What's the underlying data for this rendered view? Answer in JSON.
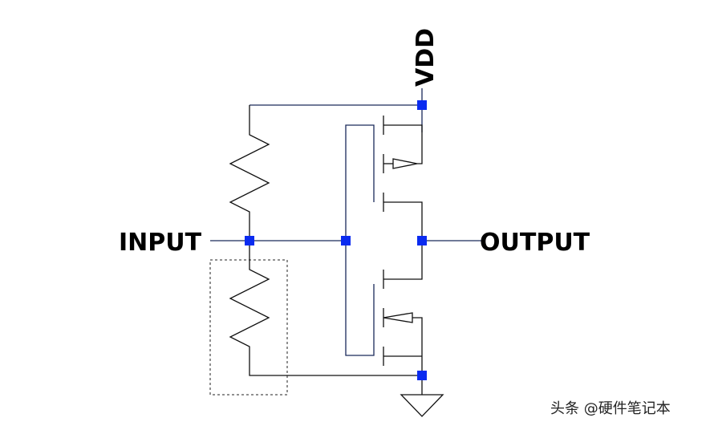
{
  "diagram": {
    "type": "circuit-schematic",
    "labels": {
      "vdd": "VDD",
      "input": "INPUT",
      "output": "OUTPUT"
    },
    "components": [
      {
        "id": "R1",
        "type": "resistor",
        "between": [
          "VDD",
          "INPUT"
        ]
      },
      {
        "id": "R2",
        "type": "resistor",
        "between": [
          "INPUT",
          "GND"
        ],
        "highlighted": true
      },
      {
        "id": "M1",
        "type": "pmos",
        "gate": "INPUT",
        "source": "VDD",
        "drain": "OUTPUT"
      },
      {
        "id": "M2",
        "type": "nmos",
        "gate": "INPUT",
        "source": "GND",
        "drain": "OUTPUT"
      },
      {
        "id": "GND",
        "type": "ground"
      }
    ],
    "colors": {
      "wire": "#1a2a5a",
      "node": "#0a2bf0",
      "label": "#000000"
    }
  },
  "watermark": "头条 @硬件笔记本"
}
